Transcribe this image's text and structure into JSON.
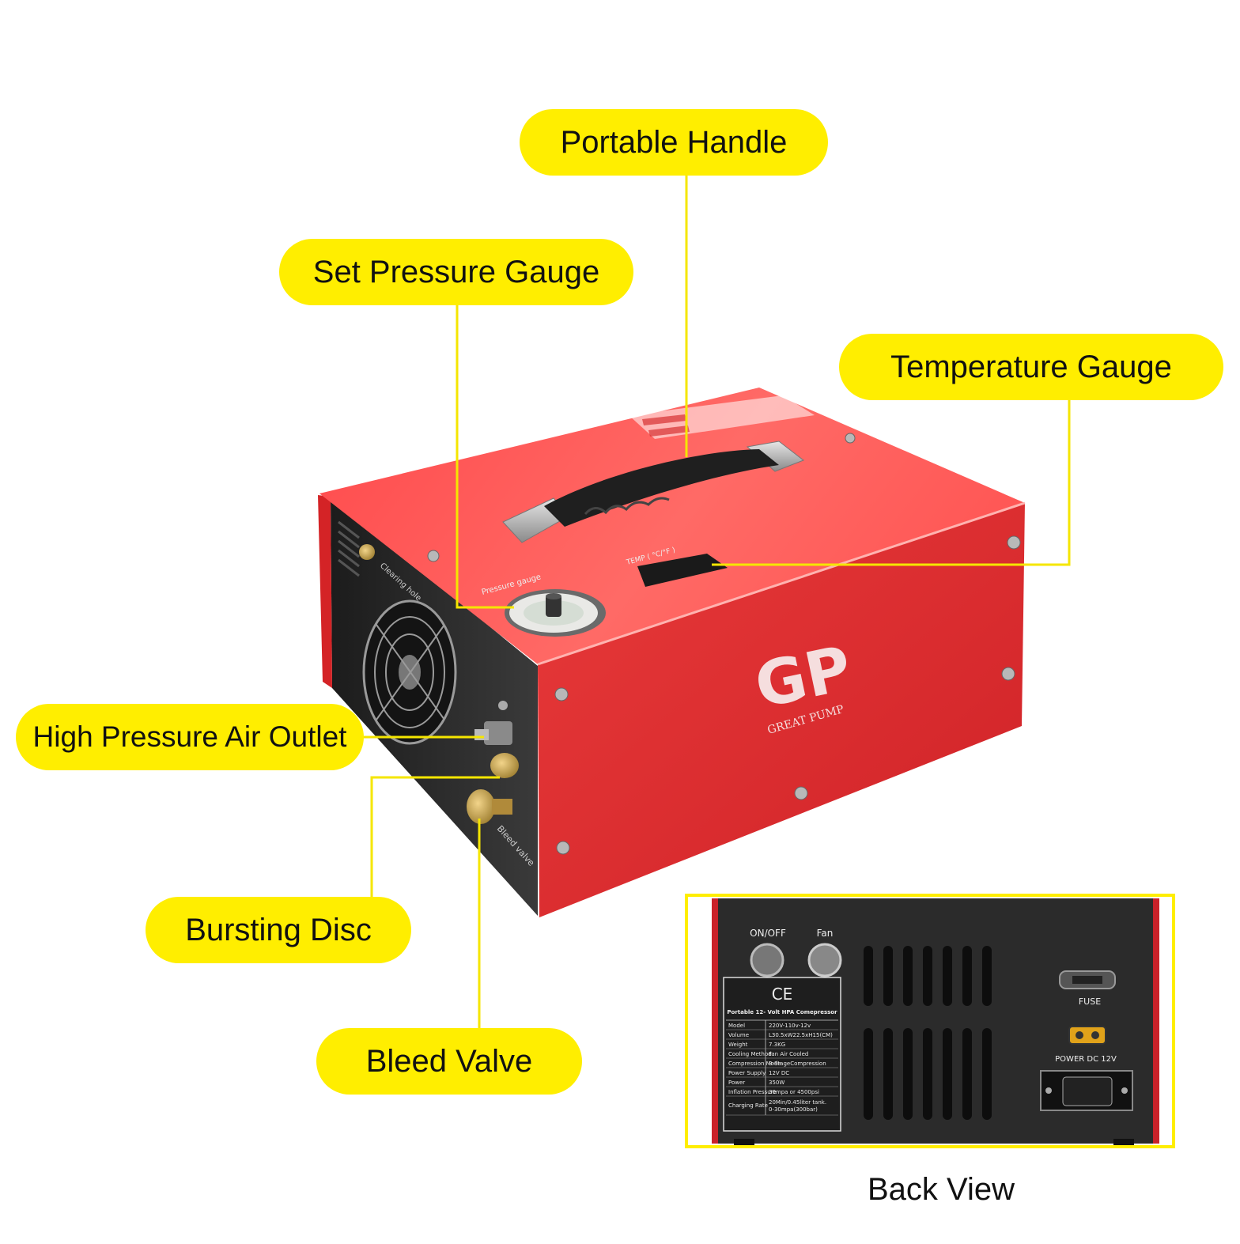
{
  "callouts": {
    "portable_handle": "Portable Handle",
    "set_pressure_gauge": "Set Pressure Gauge",
    "temperature_gauge": "Temperature Gauge",
    "high_pressure_air_outlet": "High Pressure Air Outlet",
    "bursting_disc": "Bursting Disc",
    "bleed_valve": "Bleed Valve"
  },
  "back_view_caption": "Back View",
  "device_markings": {
    "brand_logo": "GP",
    "brand_name": "GREAT PUMP",
    "top_label_temp": "TEMP ( °C/°F )",
    "top_label_pressure": "Pressure gauge",
    "side_label_clearing": "Clearing hole",
    "side_label_bleed": "Bleed valve"
  },
  "back_panel": {
    "switch_on_off": "ON/OFF",
    "switch_fan": "Fan",
    "fuse_label": "FUSE",
    "power_label": "POWER DC 12V",
    "ce_mark": "CE",
    "spec_title": "Portable 12- Volt HPA Comepressor",
    "specs": [
      {
        "k": "Model",
        "v": "220V-110v-12v"
      },
      {
        "k": "Volume",
        "v": "L30.5xW22.5xH15(CM)"
      },
      {
        "k": "Weight",
        "v": "7.3KG"
      },
      {
        "k": "Cooling Method",
        "v": "Fan Air Cooled"
      },
      {
        "k": "Compression Mode",
        "v": "3-StageCompression"
      },
      {
        "k": "Power Supply",
        "v": "12V DC"
      },
      {
        "k": "Power",
        "v": "350W"
      },
      {
        "k": "Inflation Pressure",
        "v": "30mpa or 4500psi"
      },
      {
        "k": "Charging Rate",
        "v": "20Min/0.45liter tank.",
        "v2": "0-30mpa(300bar)"
      }
    ]
  },
  "colors": {
    "callout_yellow": "#ffee00",
    "leader_line": "#f5e600",
    "body_red": "#e8292c",
    "panel_black": "#2b2b2b"
  }
}
